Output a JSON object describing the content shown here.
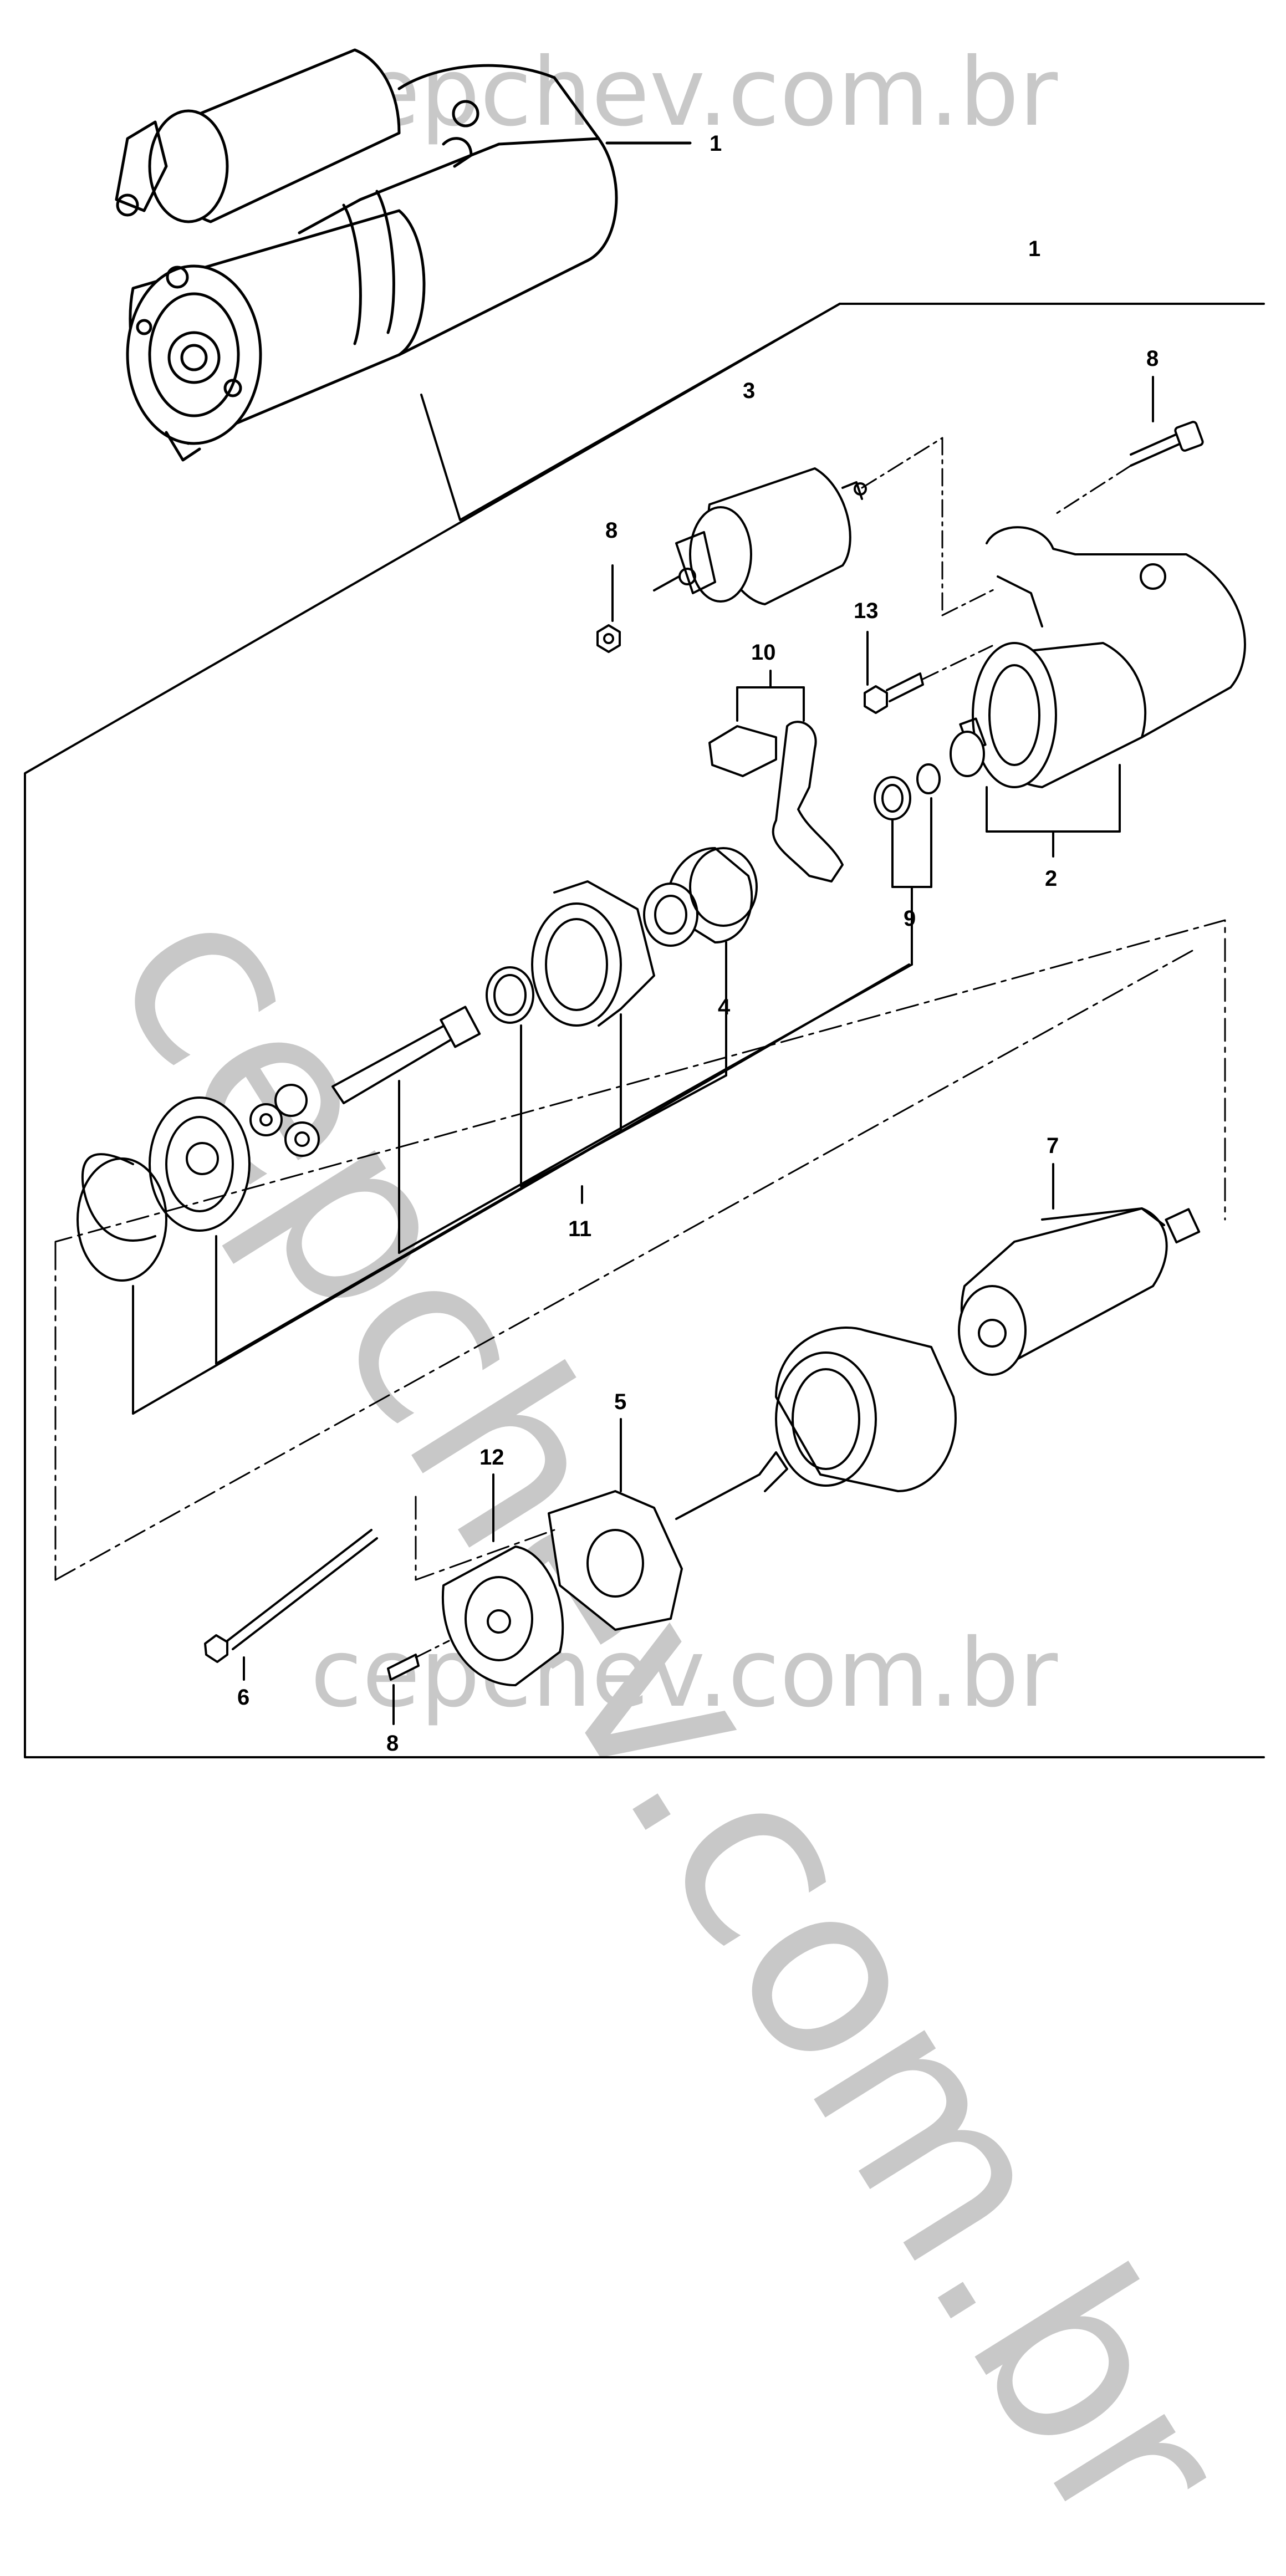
{
  "watermark": {
    "top": "cepchev.com.br",
    "diagonal": "cepchev.com.br",
    "bottom": "cepchev.com.br"
  },
  "callouts": {
    "c1_top": "1",
    "c1_bracket": "1",
    "c2": "2",
    "c3": "3",
    "c4": "4",
    "c5": "5",
    "c6": "6",
    "c7": "7",
    "c8_bolt": "8",
    "c8_nut": "8",
    "c8_screw": "8",
    "c9": "9",
    "c10": "10",
    "c11": "11",
    "c12": "12",
    "c13": "13"
  }
}
